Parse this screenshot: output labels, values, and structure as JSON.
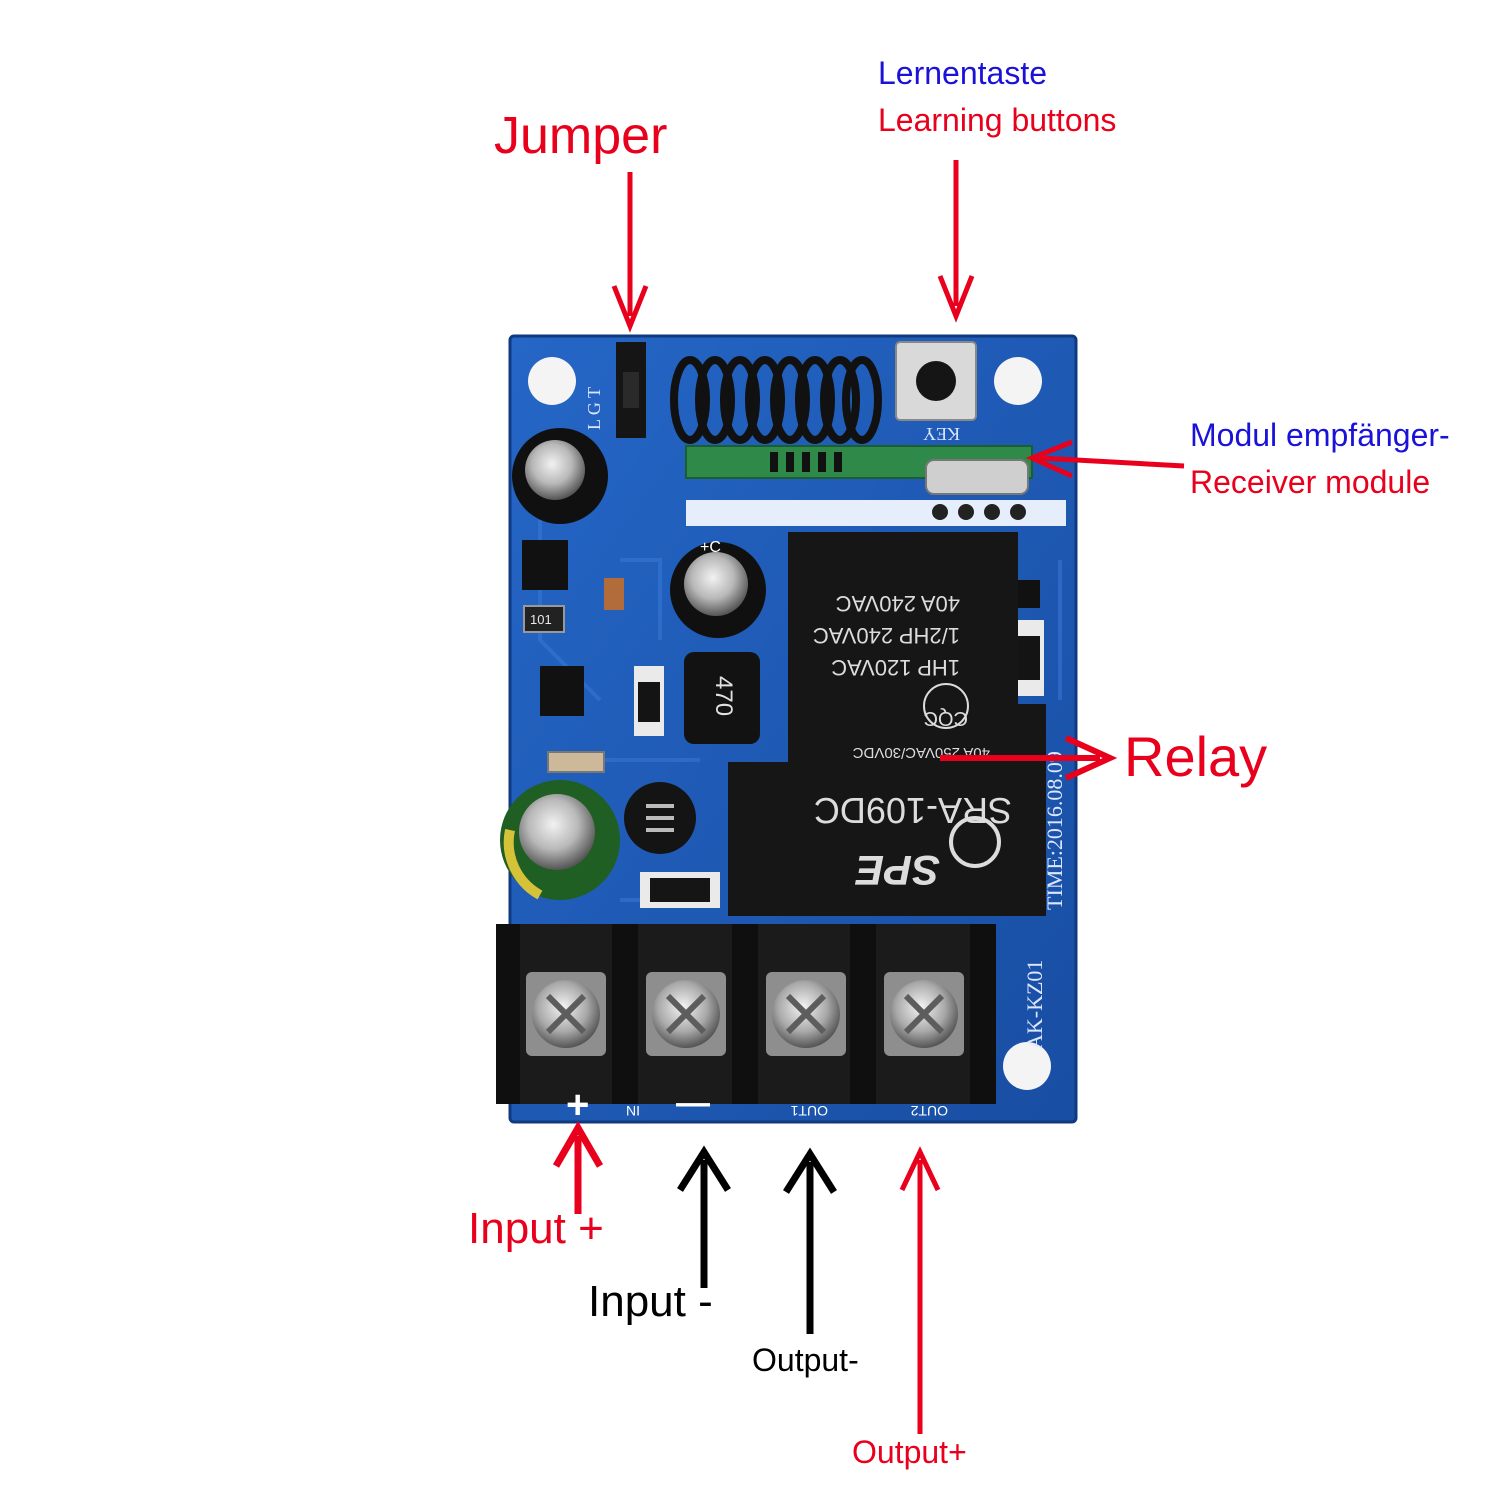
{
  "colors": {
    "red": "#e8001c",
    "blue": "#1a12d8",
    "black": "#000000",
    "pcb": "#1d57b4",
    "pcb_dark": "#123d86",
    "relay": "#161616",
    "terminal": "#1b1b1b"
  },
  "labels": {
    "jumper": "Jumper",
    "learning_de": "Lernentaste",
    "learning_en": "Learning buttons",
    "receiver_de": "Modul empfänger-",
    "receiver_en": "Receiver module",
    "relay": "Relay",
    "input_plus": "Input +",
    "input_minus": "Input -",
    "output_minus": "Output-",
    "output_plus": "Output+"
  },
  "board": {
    "jumper_silk": "L G T",
    "key_silk": "KEY",
    "model": "AK-KZ01",
    "time": "TIME:2016.08.09",
    "pin_plus": "+",
    "pin_in": "IN",
    "pin_minus": "—",
    "out1": "OUT1",
    "out2": "OUT2",
    "inductor": "470",
    "chip_r": "101",
    "cap_label": "+C",
    "relay_brand": "SPE",
    "relay_model": "SRA-109DC",
    "relay_rating": "40A 250VAC/30VDC",
    "relay_line1": "40A 240VAC",
    "relay_line2": "1/2HP 240VAC",
    "relay_line3": "1HP 120VAC",
    "relay_cert": "CQC"
  }
}
